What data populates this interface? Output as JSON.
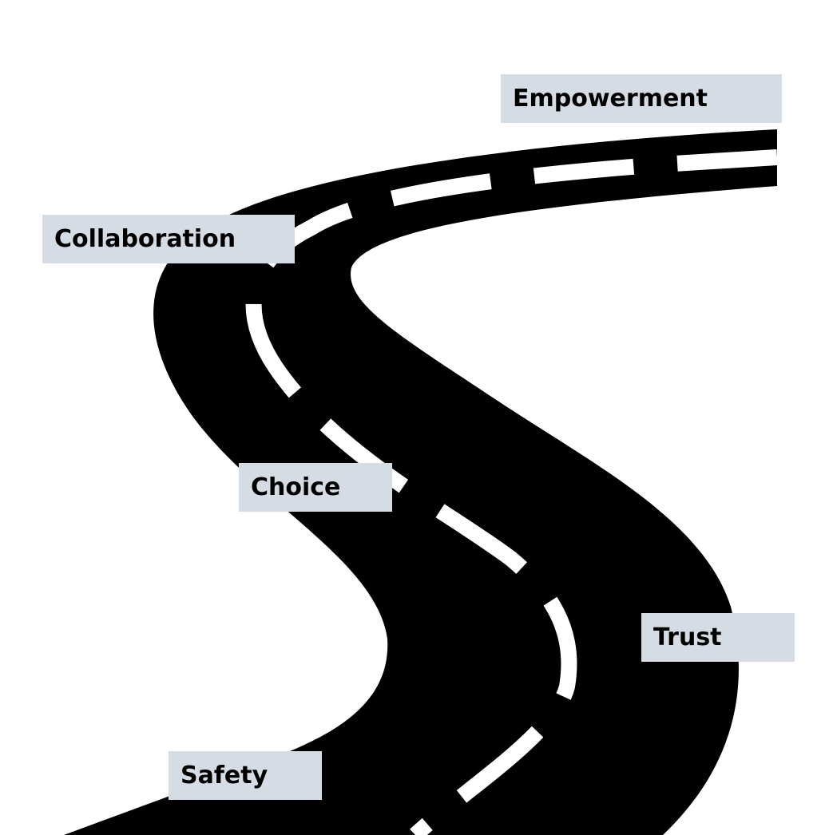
{
  "colors": {
    "road": "#000000",
    "lane_marking": "#ffffff",
    "label_background": "#d6dce4",
    "label_text": "#000000",
    "background": "#ffffff"
  },
  "stages": [
    {
      "label": "Empowerment"
    },
    {
      "label": "Collaboration"
    },
    {
      "label": "Choice"
    },
    {
      "label": "Trust"
    },
    {
      "label": "Safety"
    }
  ]
}
